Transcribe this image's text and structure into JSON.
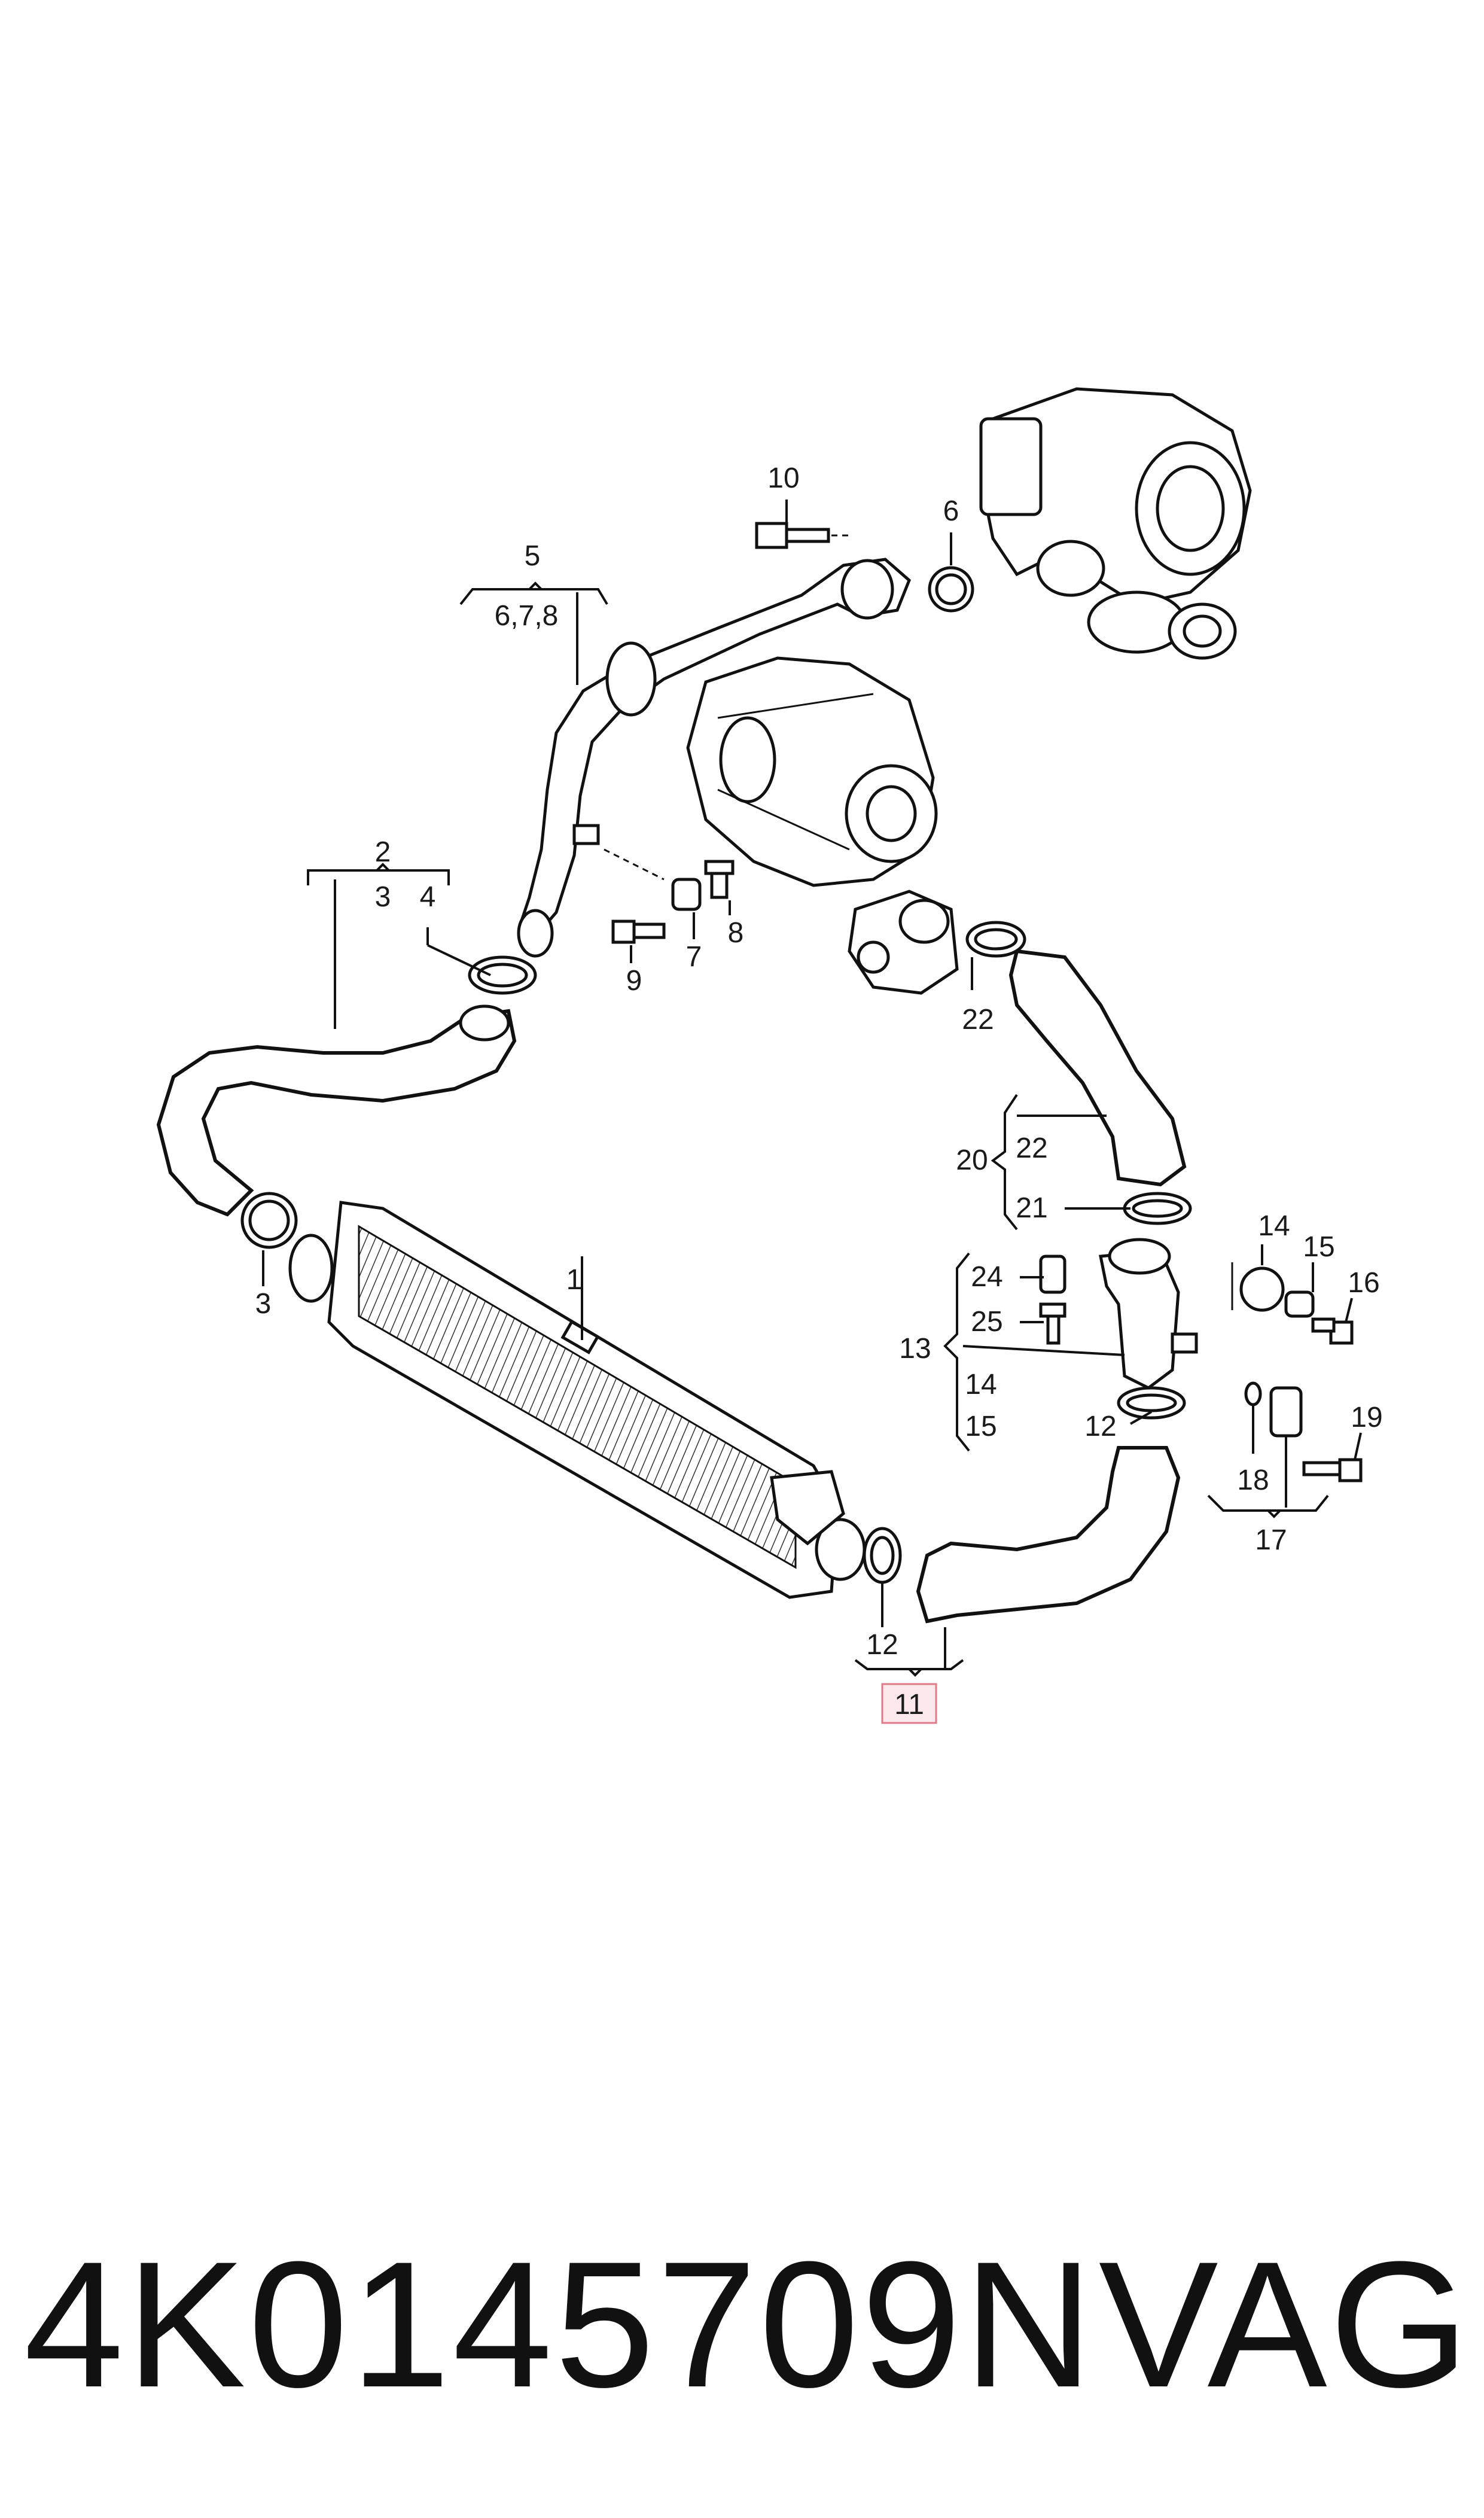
{
  "callouts": {
    "c1": "1",
    "c2": "2",
    "c3a": "3",
    "c4": "4",
    "c3b": "3",
    "c5": "5",
    "c678": "6,7,8",
    "c6": "6",
    "c7": "7",
    "c8": "8",
    "c9": "9",
    "c10": "10",
    "c11": "11",
    "c12a": "12",
    "c12b": "12",
    "c13": "13",
    "c14a": "14",
    "c14b": "14",
    "c15a": "15",
    "c15b": "15",
    "c16": "16",
    "c17": "17",
    "c18": "18",
    "c19": "19",
    "c20": "20",
    "c21": "21",
    "c22a": "22",
    "c22b": "22",
    "c24": "24",
    "c25": "25"
  },
  "footer": {
    "part_number": "4K0145709N",
    "brand": "VAG"
  },
  "colors": {
    "highlight_border": "#e07a86",
    "highlight_fill": "#fde9ec",
    "ink": "#111111"
  }
}
